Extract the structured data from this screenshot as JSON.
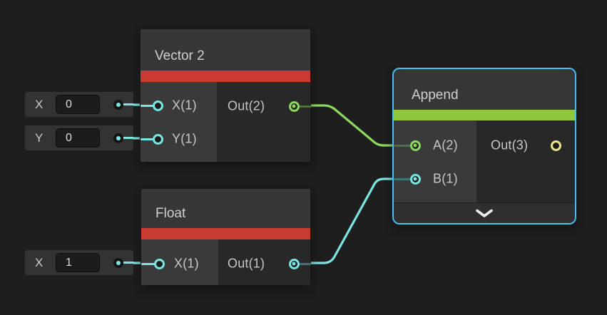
{
  "canvas": {
    "background": "#1E1E1E"
  },
  "palette": {
    "port_cyan": "#79E6E1",
    "port_green": "#8DD95F",
    "port_yellow": "#EAE68A",
    "accent_red": "#C93B31",
    "accent_green": "#8FC83E",
    "selection_blue": "#44C1F1",
    "wire_cyan": "#79E6E1",
    "wire_green": "#8DD95F"
  },
  "nodes": {
    "vector2": {
      "title": "Vector 2",
      "inputs": [
        {
          "label": "X(1)"
        },
        {
          "label": "Y(1)"
        }
      ],
      "outputs": [
        {
          "label": "Out(2)"
        }
      ]
    },
    "float": {
      "title": "Float",
      "inputs": [
        {
          "label": "X(1)"
        }
      ],
      "outputs": [
        {
          "label": "Out(1)"
        }
      ]
    },
    "append": {
      "title": "Append",
      "selected": true,
      "inputs": [
        {
          "label": "A(2)"
        },
        {
          "label": "B(1)"
        }
      ],
      "outputs": [
        {
          "label": "Out(3)"
        }
      ]
    }
  },
  "widgets": [
    {
      "label": "X",
      "value": "0"
    },
    {
      "label": "Y",
      "value": "0"
    },
    {
      "label": "X",
      "value": "1"
    }
  ]
}
